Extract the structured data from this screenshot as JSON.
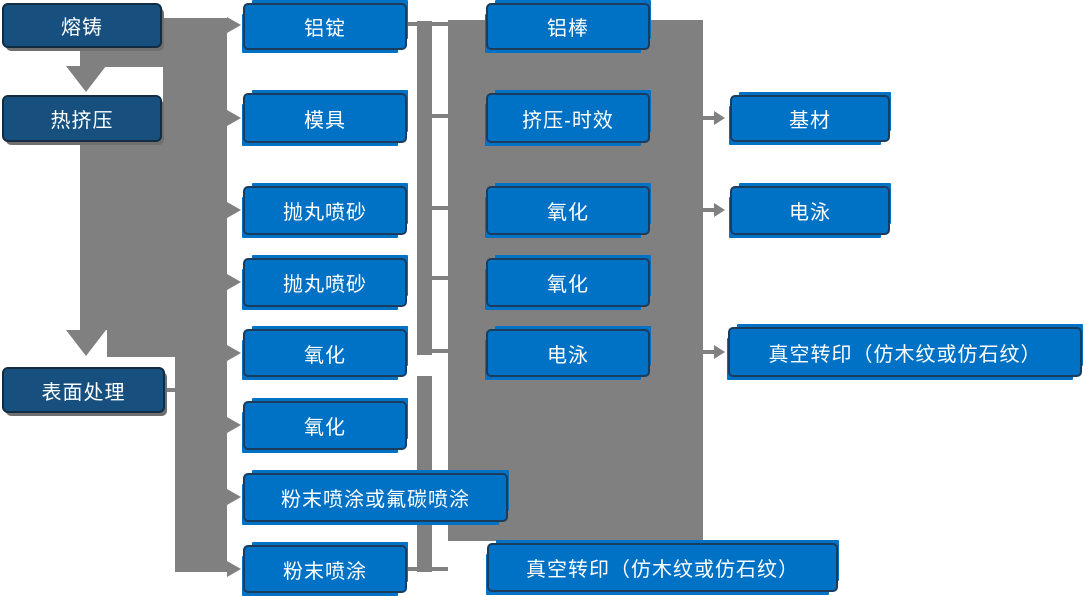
{
  "diagram_title": "",
  "colors": {
    "step_blue": "#0072C6",
    "stage_dark_blue": "#17507E",
    "box_border_navy": "#1C3C5E",
    "connector_gray": "#808080",
    "text_white": "#FFFFFF",
    "background": "#FFFFFF"
  },
  "nodes": [
    {
      "id": "melt-casting",
      "label": "熔铸",
      "type": "stage"
    },
    {
      "id": "hot-extrusion",
      "label": "热挤压",
      "type": "stage"
    },
    {
      "id": "surface-treatment",
      "label": "表面处理",
      "type": "stage"
    },
    {
      "id": "aluminum-ingot",
      "label": "铝锭",
      "type": "step"
    },
    {
      "id": "mold",
      "label": "模具",
      "type": "step"
    },
    {
      "id": "shot-blasting-1",
      "label": "抛丸喷砂",
      "type": "step"
    },
    {
      "id": "shot-blasting-2",
      "label": "抛丸喷砂",
      "type": "step"
    },
    {
      "id": "oxidation-1",
      "label": "氧化",
      "type": "step"
    },
    {
      "id": "oxidation-2",
      "label": "氧化",
      "type": "step"
    },
    {
      "id": "powder-or-fluorocarbon",
      "label": "粉末喷涂或氟碳喷涂",
      "type": "step"
    },
    {
      "id": "powder-coating",
      "label": "粉末喷涂",
      "type": "step"
    },
    {
      "id": "aluminum-rod",
      "label": "铝棒",
      "type": "step"
    },
    {
      "id": "extrusion-aging",
      "label": "挤压-时效",
      "type": "step"
    },
    {
      "id": "oxidation-3",
      "label": "氧化",
      "type": "step"
    },
    {
      "id": "oxidation-4",
      "label": "氧化",
      "type": "step"
    },
    {
      "id": "electrophoresis-1",
      "label": "电泳",
      "type": "step"
    },
    {
      "id": "vacuum-transfer-1",
      "label": "真空转印（仿木纹或仿石纹）",
      "type": "step"
    },
    {
      "id": "substrate",
      "label": "基材",
      "type": "step"
    },
    {
      "id": "electrophoresis-2",
      "label": "电泳",
      "type": "step"
    },
    {
      "id": "vacuum-transfer-2",
      "label": "真空转印（仿木纹或仿石纹）",
      "type": "step"
    }
  ]
}
